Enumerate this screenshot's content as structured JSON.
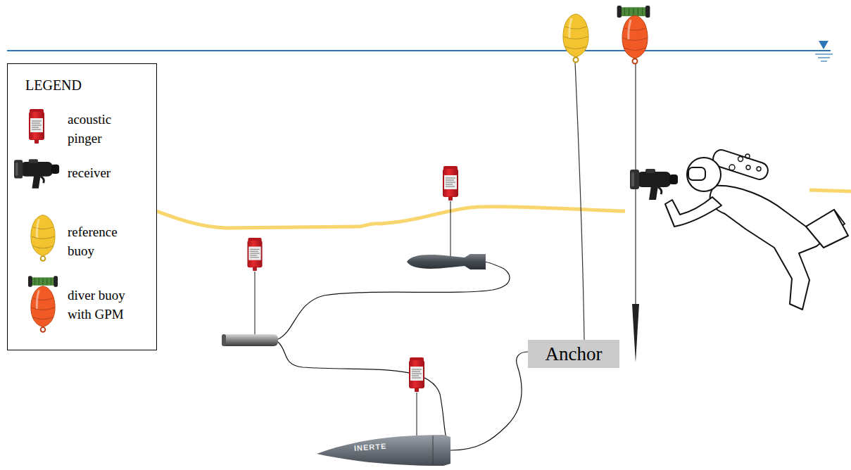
{
  "diagram": {
    "nodes": [
      {
        "text": [
          "Anchor"
        ]
      }
    ],
    "labels": [
      "LEGEND",
      "INERTE"
    ],
    "legend": [
      {
        "text": "acoustic pinger"
      },
      {
        "text": "receiver"
      },
      {
        "text": "reference buoy"
      },
      {
        "text": "diver buoy with GPM"
      }
    ]
  }
}
